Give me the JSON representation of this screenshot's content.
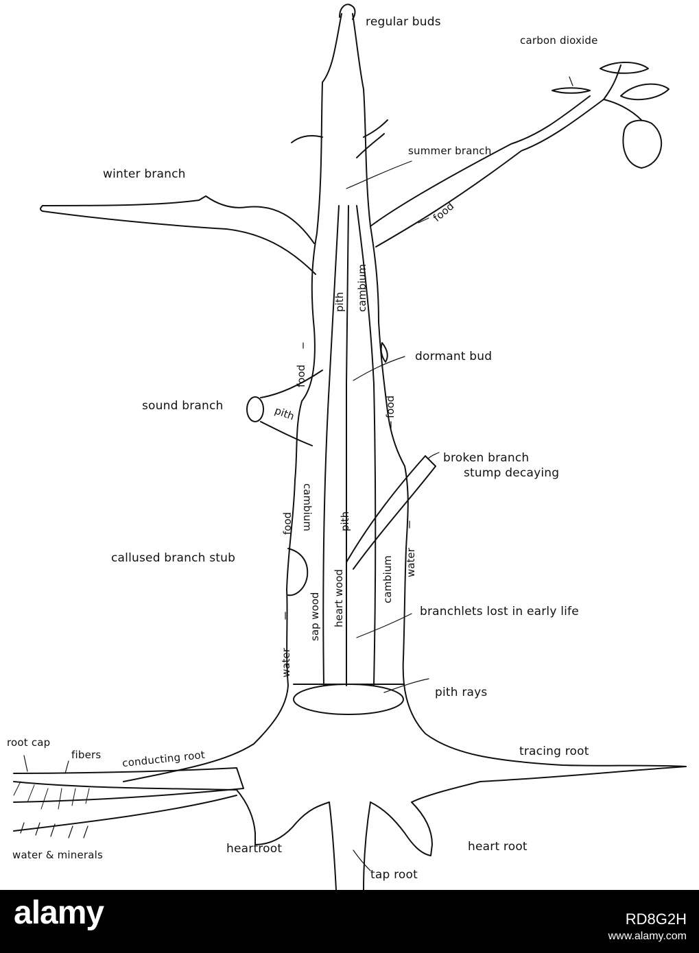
{
  "labels": {
    "regular_buds": "regular buds",
    "carbon_dioxide": "carbon dioxide",
    "summer_branch": "summer branch",
    "winter_branch": "winter branch",
    "food_right_upper": "food",
    "pith_upper": "pith",
    "cambium_upper": "cambium",
    "dormant_bud": "dormant bud",
    "food_left_upper": "food",
    "food_right_mid": "food",
    "sound_branch": "sound branch",
    "pith_sound_branch": "pith",
    "broken_branch": "broken branch",
    "stump_decaying": "stump decaying",
    "food_left_lower": "food",
    "cambium_left": "cambium",
    "pith_center": "pith",
    "callused_branch_stub": "callused branch stub",
    "water_right": "water",
    "sapwood": "sap wood",
    "heartwood": "heart wood",
    "cambium_right": "cambium",
    "branchlets_lost": "branchlets lost in early life",
    "water_left": "water",
    "pith_rays": "pith rays",
    "root_cap": "root cap",
    "fibers": "fibers",
    "conducting_root": "conducting root",
    "tracing_root": "tracing root",
    "water_minerals": "water & minerals",
    "heartroot_left": "heartroot",
    "heart_root_right": "heart root",
    "tap_root": "tap root"
  },
  "footer": {
    "logo": "alamy",
    "stock_id": "RD8G2H",
    "url": "www.alamy.com"
  },
  "colors": {
    "ink": "#111111",
    "footer_bg": "#000000",
    "footer_text": "#ffffff"
  }
}
